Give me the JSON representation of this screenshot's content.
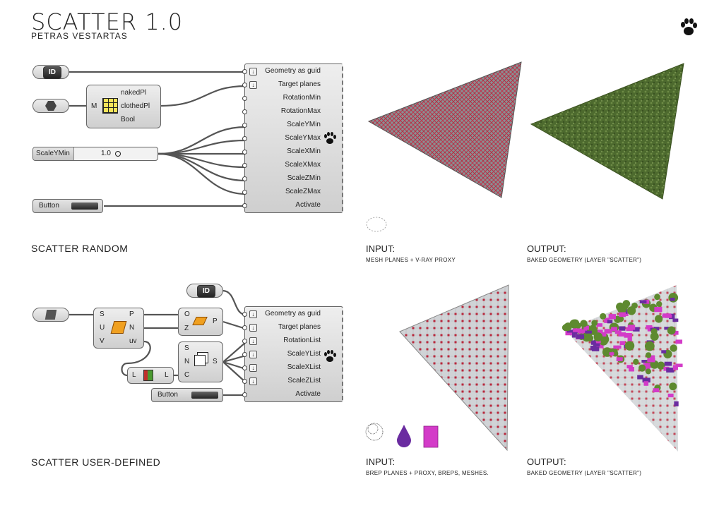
{
  "header": {
    "title": "SCATTER 1.0",
    "author": "PETRAS VESTARTAS",
    "logo_icon": "paw-icon"
  },
  "random": {
    "section_label": "SCATTER RANDOM",
    "id_node": "ID",
    "mesh_component": {
      "input": "M",
      "outputs": [
        "nakedPl",
        "clothedPl",
        "Bool"
      ]
    },
    "slider": {
      "name": "ScaleYMin",
      "value": "1.0"
    },
    "button": "Button",
    "scatter_inputs": [
      "Geometry as guid",
      "Target planes",
      "RotationMin",
      "RotationMax",
      "ScaleYMin",
      "ScaleYMax",
      "ScaleXMin",
      "ScaleXMax",
      "ScaleZMin",
      "ScaleZMax",
      "Activate"
    ],
    "input_caption": {
      "heading": "INPUT:",
      "text": "MESH PLANES + V-RAY PROXY"
    },
    "output_caption": {
      "heading": "OUTPUT:",
      "text": "BAKED GEOMETRY (LAYER \"SCATTER\")"
    }
  },
  "user_defined": {
    "section_label": "SCATTER USER-DEFINED",
    "id_node": "ID",
    "surface_component": {
      "inputs": [
        "S",
        "U",
        "V"
      ],
      "outputs": [
        "P",
        "N",
        "uv"
      ]
    },
    "plane_component": {
      "inputs": [
        "O",
        "Z"
      ],
      "outputs": [
        "P"
      ]
    },
    "orient_component": {
      "inputs": [
        "S",
        "N",
        "C"
      ],
      "outputs": [
        "S"
      ]
    },
    "list_component": {
      "inputs": [
        "L"
      ],
      "outputs": [
        "L"
      ]
    },
    "button": "Button",
    "scatter_inputs": [
      "Geometry as guid",
      "Target planes",
      "RotationList",
      "ScaleYList",
      "ScaleXList",
      "ScaleZList",
      "Activate"
    ],
    "input_caption": {
      "heading": "INPUT:",
      "text": "BREP PLANES + PROXY, BREPS, MESHES."
    },
    "output_caption": {
      "heading": "OUTPUT:",
      "text": "BAKED GEOMETRY (LAYER \"SCATTER\")"
    }
  },
  "colors": {
    "grid_red": "#b8283c",
    "grass": "#4d6a2e",
    "magenta": "#d33bc8",
    "purple": "#6a2ca0",
    "tree": "#5e8a2f"
  }
}
